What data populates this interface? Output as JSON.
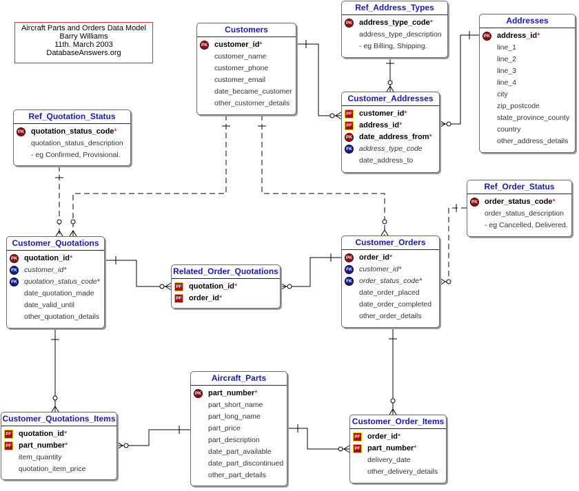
{
  "title_block": {
    "line1": "Aircraft Parts and Orders Data Model",
    "line2": "Barry Williams",
    "line3": "11th. March 2003",
    "line4": "DatabaseAnswers.org"
  },
  "entities": {
    "customers": {
      "name": "Customers",
      "fields": [
        {
          "text": "customer_id",
          "key": "PK",
          "req": true
        },
        {
          "text": "customer_name"
        },
        {
          "text": "customer_phone"
        },
        {
          "text": "customer_email"
        },
        {
          "text": "date_became_customer"
        },
        {
          "text": "other_customer_details"
        }
      ]
    },
    "ref_address_types": {
      "name": "Ref_Address_Types",
      "fields": [
        {
          "text": "address_type_code",
          "key": "PK",
          "req": true
        },
        {
          "text": "address_type_description"
        },
        {
          "text": "- eg Billing, Shipping."
        }
      ]
    },
    "addresses": {
      "name": "Addresses",
      "fields": [
        {
          "text": "address_id",
          "key": "PK",
          "req": true
        },
        {
          "text": "line_1"
        },
        {
          "text": "line_2"
        },
        {
          "text": "line_3"
        },
        {
          "text": "line_4"
        },
        {
          "text": "city"
        },
        {
          "text": "zip_postcode"
        },
        {
          "text": "state_province_county"
        },
        {
          "text": "country"
        },
        {
          "text": "other_address_details"
        }
      ]
    },
    "ref_quotation_status": {
      "name": "Ref_Quotation_Status",
      "fields": [
        {
          "text": "quotation_status_code",
          "key": "PK",
          "req": true
        },
        {
          "text": "quotation_status_description"
        },
        {
          "text": "- eg Confirmed, Provisional."
        }
      ]
    },
    "customer_addresses": {
      "name": "Customer_Addresses",
      "fields": [
        {
          "text": "customer_id",
          "key": "PF",
          "req": true
        },
        {
          "text": "address_id",
          "key": "PF",
          "req": true
        },
        {
          "text": "date_address_from",
          "key": "PK",
          "req": true
        },
        {
          "text": "address_type_code",
          "key": "FK"
        },
        {
          "text": "date_address_to"
        }
      ]
    },
    "ref_order_status": {
      "name": "Ref_Order_Status",
      "fields": [
        {
          "text": "order_status_code",
          "key": "PK",
          "req": true
        },
        {
          "text": "order_status_description"
        },
        {
          "text": "- eg Cancelled, Delivered."
        }
      ]
    },
    "customer_quotations": {
      "name": "Customer_Quotations",
      "fields": [
        {
          "text": "quotation_id",
          "key": "PK",
          "req": true
        },
        {
          "text": "customer_id",
          "key": "FK",
          "req": true
        },
        {
          "text": "quotation_status_code",
          "key": "FK",
          "req": true
        },
        {
          "text": "date_quotation_made"
        },
        {
          "text": "date_valid_until"
        },
        {
          "text": "other_quotation_details"
        }
      ]
    },
    "related_order_quotations": {
      "name": "Related_Order_Quotations",
      "fields": [
        {
          "text": "quotation_id",
          "key": "PF",
          "req": true
        },
        {
          "text": "order_id",
          "key": "PF",
          "req": true
        }
      ]
    },
    "customer_orders": {
      "name": "Customer_Orders",
      "fields": [
        {
          "text": "order_id",
          "key": "PK",
          "req": true
        },
        {
          "text": "customer_id",
          "key": "FK",
          "req": true
        },
        {
          "text": "order_status_code",
          "key": "FK",
          "req": true
        },
        {
          "text": "date_order_placed"
        },
        {
          "text": "date_order_completed"
        },
        {
          "text": "other_order_details"
        }
      ]
    },
    "aircraft_parts": {
      "name": "Aircraft_Parts",
      "fields": [
        {
          "text": "part_number",
          "key": "PK",
          "req": true
        },
        {
          "text": "part_short_name"
        },
        {
          "text": "part_long_name"
        },
        {
          "text": "part_price"
        },
        {
          "text": "part_description"
        },
        {
          "text": "date_part_available"
        },
        {
          "text": "date_part_discontinued"
        },
        {
          "text": "other_part_details"
        }
      ]
    },
    "customer_quotations_items": {
      "name": "Customer_Quotations_Items",
      "fields": [
        {
          "text": "quotation_id",
          "key": "PF",
          "req": true
        },
        {
          "text": "part_number",
          "key": "PF",
          "req": true
        },
        {
          "text": "item_quantity"
        },
        {
          "text": "quotation_item_price"
        }
      ]
    },
    "customer_order_items": {
      "name": "Customer_Order_Items",
      "fields": [
        {
          "text": "order_id",
          "key": "PF",
          "req": true
        },
        {
          "text": "part_number",
          "key": "PF",
          "req": true
        },
        {
          "text": "delivery_date"
        },
        {
          "text": "other_delivery_details"
        }
      ]
    }
  },
  "colors": {
    "entity_name": "#1a1ab0",
    "pk_badge": "#8b1010",
    "fk_badge": "#10208b",
    "title_border": "#cc3333"
  }
}
